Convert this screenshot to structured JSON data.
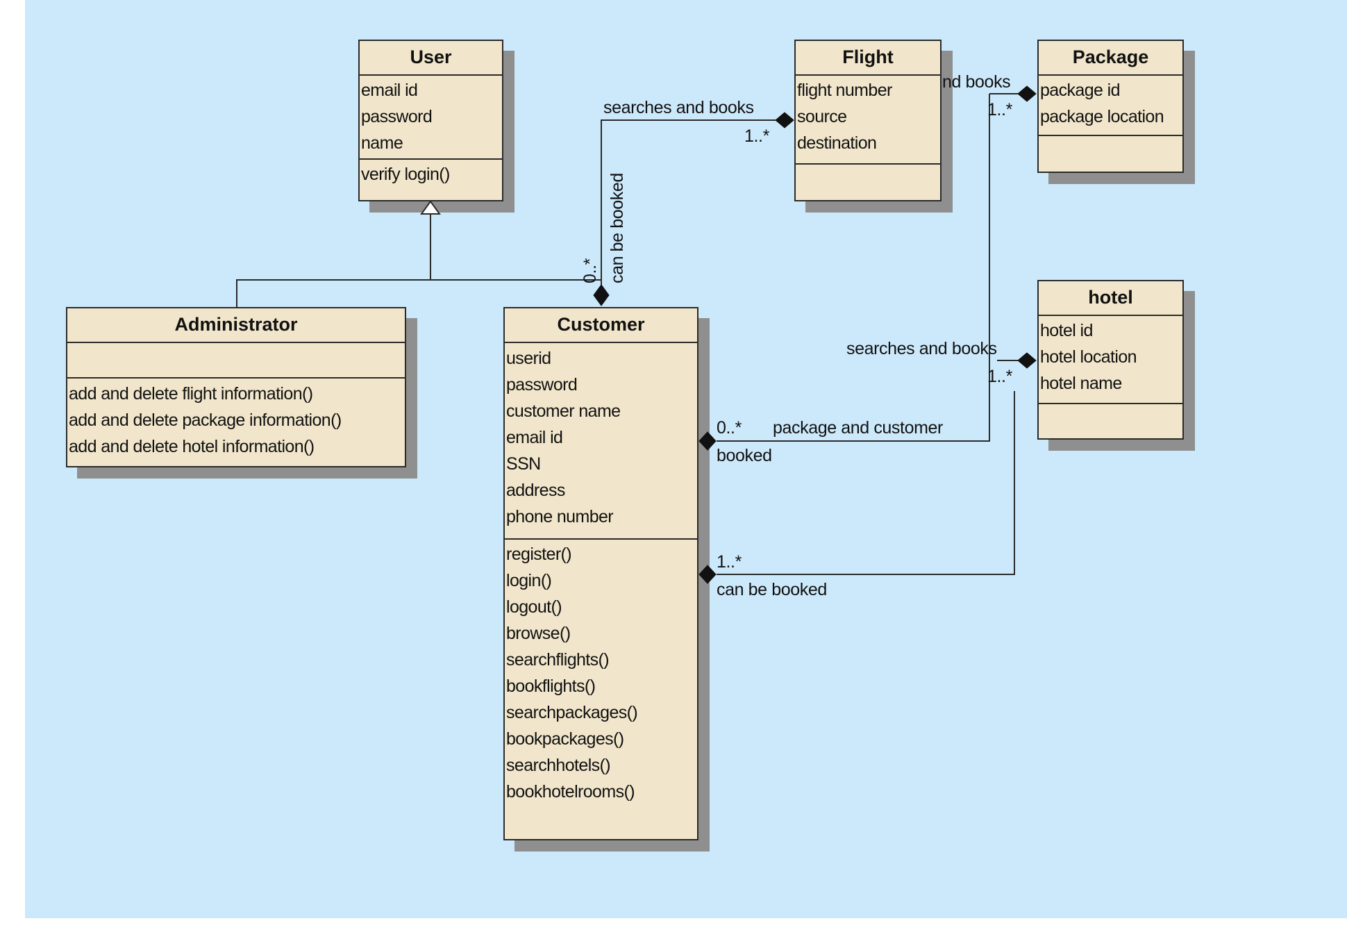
{
  "classes": {
    "user": {
      "name": "User",
      "attributes": [
        "email id",
        "password",
        "name"
      ],
      "operations": [
        "verify login()"
      ]
    },
    "flight": {
      "name": "Flight",
      "attributes": [
        "flight number",
        "source",
        "destination"
      ],
      "operations": []
    },
    "package": {
      "name": "Package",
      "attributes": [
        "package id",
        "package location"
      ],
      "operations": []
    },
    "hotel": {
      "name": "hotel",
      "attributes": [
        "hotel id",
        "hotel location",
        "hotel name"
      ],
      "operations": []
    },
    "administrator": {
      "name": "Administrator",
      "attributes": [],
      "operations": [
        "add and delete flight information()",
        "add and delete package information()",
        "add and delete hotel information()"
      ]
    },
    "customer": {
      "name": "Customer",
      "attributes": [
        "userid",
        "password",
        "customer name",
        "email id",
        "SSN",
        "address",
        "phone number"
      ],
      "operations": [
        "register()",
        "login()",
        "logout()",
        "browse()",
        "searchflights()",
        "bookflights()",
        "searchpackages()",
        "bookpackages()",
        "searchhotels()",
        "bookhotelrooms()"
      ]
    }
  },
  "associations": {
    "customer_flight": {
      "name": "searches and books",
      "flight_multiplicity": "1..*",
      "customer_multiplicity": "0..*",
      "customer_role": "can be booked"
    },
    "package_link": {
      "name": "nd books",
      "package_multiplicity": "1..*"
    },
    "hotel_link": {
      "name": "searches and books",
      "hotel_multiplicity": "1..*"
    },
    "customer_package": {
      "customer_multiplicity": "0..*",
      "name": "package and customer",
      "customer_role": "booked"
    },
    "customer_hotel": {
      "customer_multiplicity": "1..*",
      "customer_role": "can be booked"
    }
  }
}
